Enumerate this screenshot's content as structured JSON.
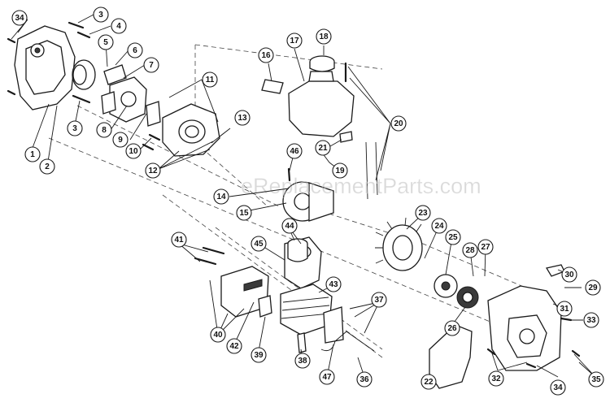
{
  "watermark": "eReplacementParts.com",
  "callouts": [
    {
      "label": "1"
    },
    {
      "label": "2"
    },
    {
      "label": "3"
    },
    {
      "label": "3"
    },
    {
      "label": "4"
    },
    {
      "label": "5"
    },
    {
      "label": "6"
    },
    {
      "label": "7"
    },
    {
      "label": "8"
    },
    {
      "label": "9"
    },
    {
      "label": "10"
    },
    {
      "label": "11"
    },
    {
      "label": "12"
    },
    {
      "label": "13"
    },
    {
      "label": "14"
    },
    {
      "label": "15"
    },
    {
      "label": "16"
    },
    {
      "label": "17"
    },
    {
      "label": "18"
    },
    {
      "label": "19"
    },
    {
      "label": "20"
    },
    {
      "label": "21"
    },
    {
      "label": "22"
    },
    {
      "label": "23"
    },
    {
      "label": "24"
    },
    {
      "label": "25"
    },
    {
      "label": "26"
    },
    {
      "label": "27"
    },
    {
      "label": "28"
    },
    {
      "label": "29"
    },
    {
      "label": "30"
    },
    {
      "label": "31"
    },
    {
      "label": "32"
    },
    {
      "label": "33"
    },
    {
      "label": "34"
    },
    {
      "label": "34"
    },
    {
      "label": "35"
    },
    {
      "label": "36"
    },
    {
      "label": "37"
    },
    {
      "label": "38"
    },
    {
      "label": "39"
    },
    {
      "label": "40"
    },
    {
      "label": "41"
    },
    {
      "label": "42"
    },
    {
      "label": "43"
    },
    {
      "label": "44"
    },
    {
      "label": "45"
    },
    {
      "label": "46"
    },
    {
      "label": "47"
    }
  ]
}
